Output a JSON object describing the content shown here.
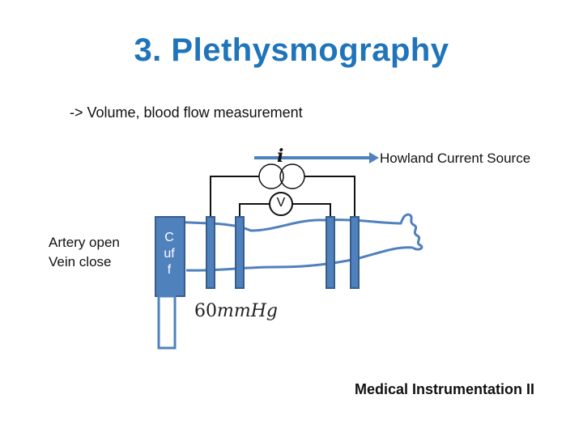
{
  "slide": {
    "title": "3. Plethysmography",
    "subtitle": "-> Volume, blood flow measurement",
    "current_source_label": "Howland Current Source",
    "current_symbol": "i",
    "voltage_symbol": "V",
    "condition_line1": "Artery open",
    "condition_line2": "Vein close",
    "cuff_line1": "C",
    "cuff_line2": "uf",
    "cuff_line3": "f",
    "pressure_value": "60",
    "pressure_unit": "mmHg",
    "footer": "Medical Instrumentation II"
  },
  "colors": {
    "title": "#1f74ba",
    "diagram_fill": "#4f81bd",
    "diagram_stroke": "#385d8a",
    "wire": "#111111"
  }
}
